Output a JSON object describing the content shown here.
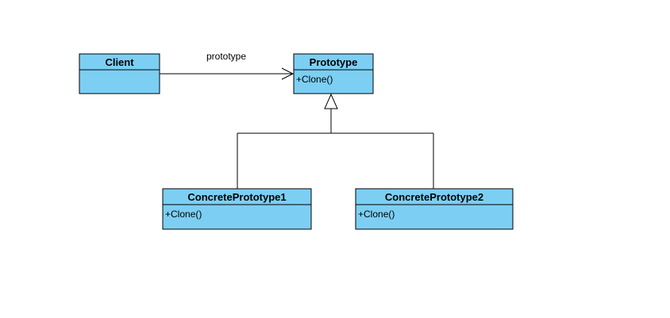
{
  "colors": {
    "class_fill": "#7ccff3",
    "stroke": "#000000",
    "background": "#ffffff"
  },
  "classes": {
    "client": {
      "name": "Client",
      "operations": []
    },
    "prototype": {
      "name": "Prototype",
      "operations": [
        "+Clone()"
      ]
    },
    "concrete1": {
      "name": "ConcretePrototype1",
      "operations": [
        "+Clone()"
      ]
    },
    "concrete2": {
      "name": "ConcretePrototype2",
      "operations": [
        "+Clone()"
      ]
    }
  },
  "relations": {
    "association": {
      "from": "Client",
      "to": "Prototype",
      "label": "prototype"
    },
    "generalization": {
      "parent": "Prototype",
      "children": [
        "ConcretePrototype1",
        "ConcretePrototype2"
      ]
    }
  }
}
